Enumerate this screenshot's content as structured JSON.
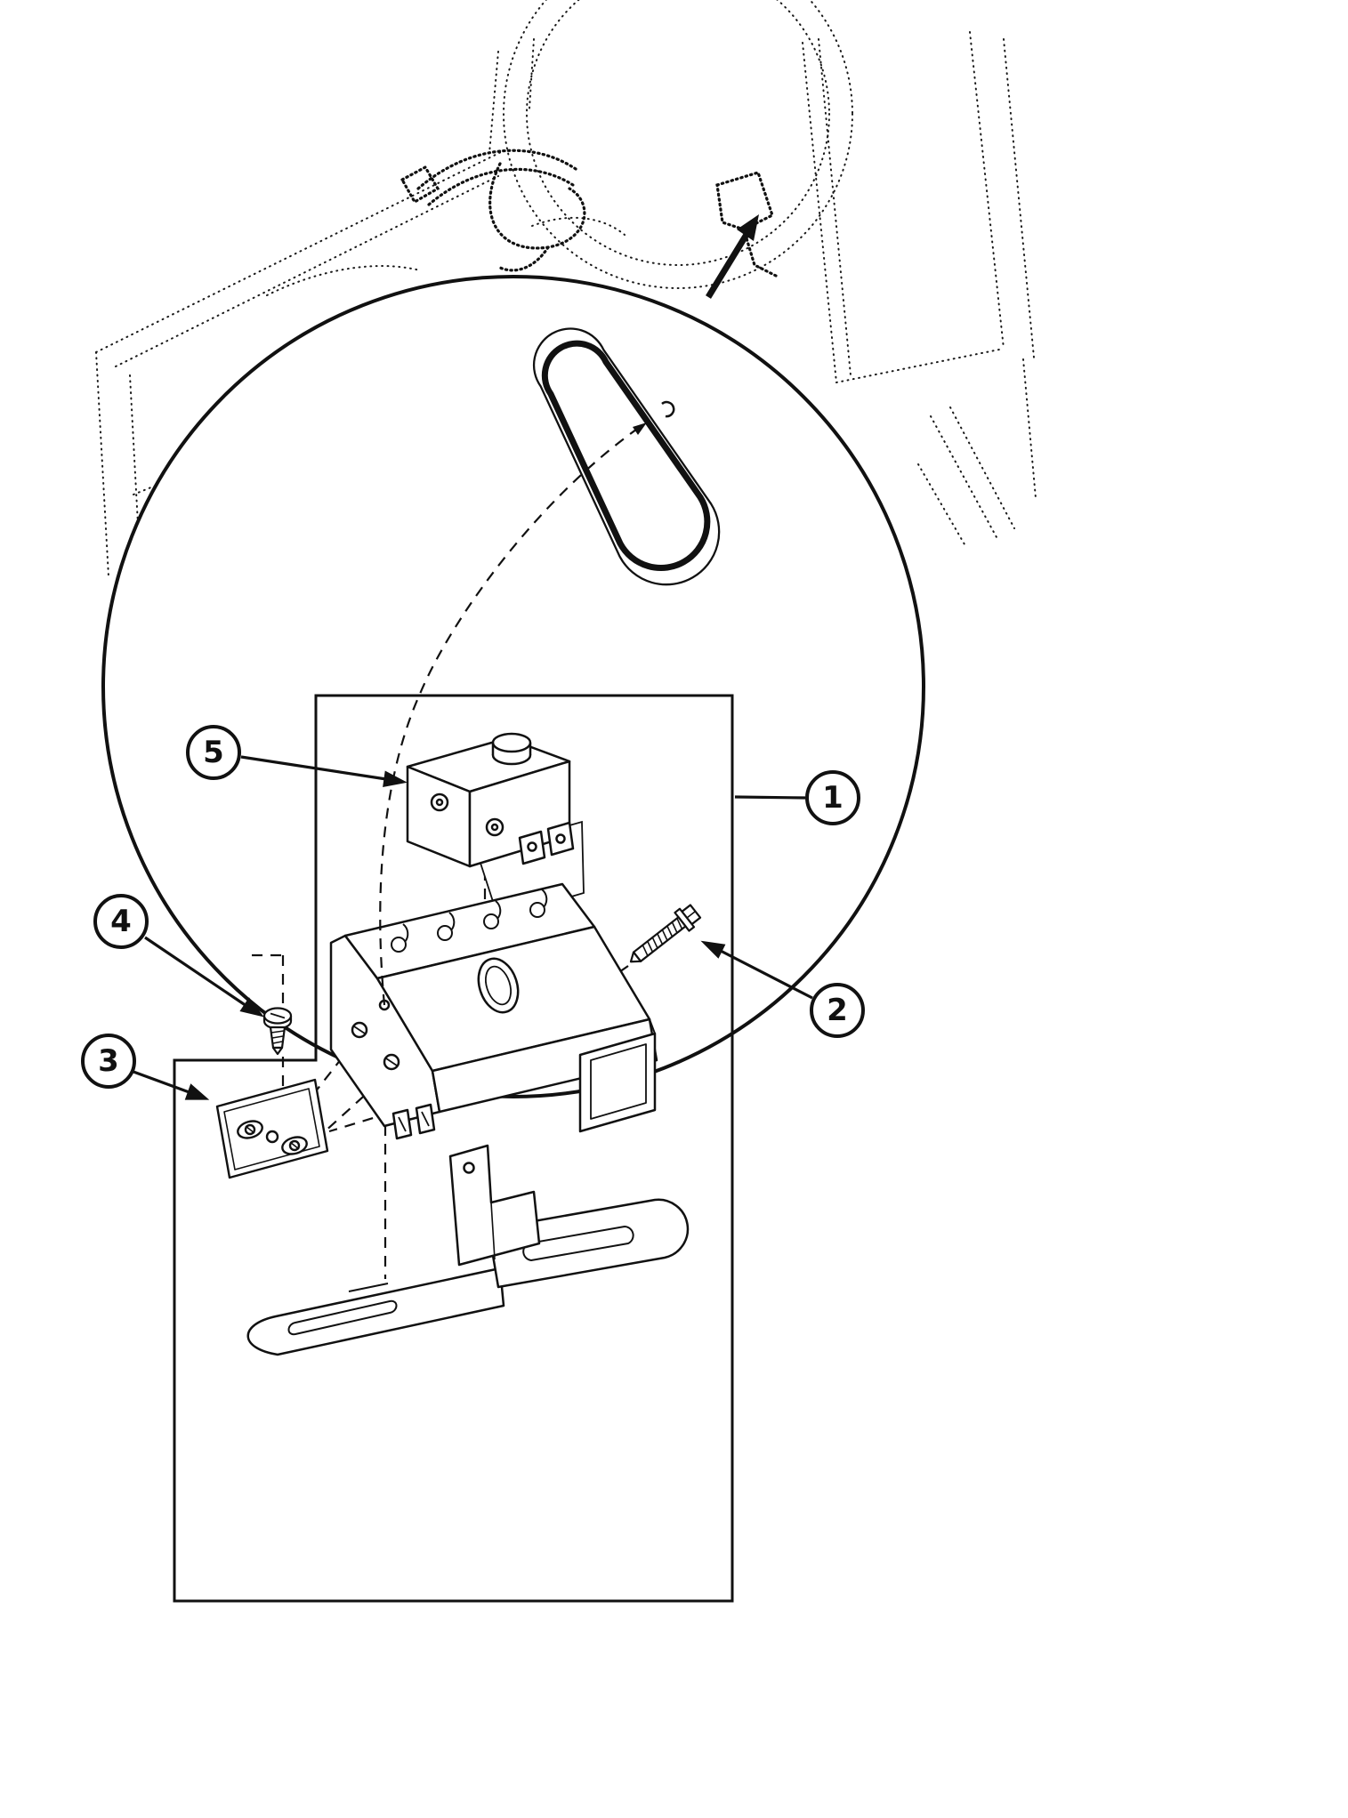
{
  "diagram": {
    "ink_color": "#111111",
    "background_color": "#ffffff",
    "callouts": [
      {
        "number": "1"
      },
      {
        "number": "2"
      },
      {
        "number": "3"
      },
      {
        "number": "4"
      },
      {
        "number": "5"
      }
    ]
  }
}
